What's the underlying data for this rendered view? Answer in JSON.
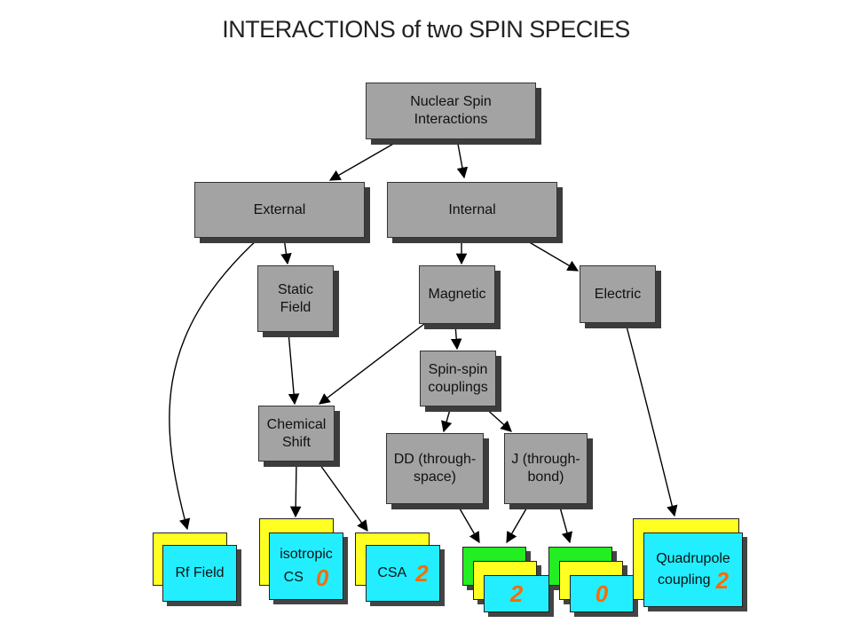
{
  "title": "INTERACTIONS of two SPIN SPECIES",
  "nodes": {
    "nuclear": "Nuclear Spin\nInteractions",
    "external": "External",
    "internal": "Internal",
    "static_field": "Static\nField",
    "magnetic": "Magnetic",
    "electric": "Electric",
    "spin_spin": "Spin-spin\ncouplings",
    "chemical_shift": "Chemical\nShift",
    "dd": "DD (through-\nspace)",
    "j": "J (through-\nbond)"
  },
  "cards": {
    "rf_field": "Rf Field",
    "isotropic_cs": {
      "line1": "isotropic",
      "line2": "CS",
      "rank": "0"
    },
    "csa": {
      "label": "CSA",
      "rank": "2"
    },
    "dd_rank": "2",
    "j_rank": "0",
    "quadrupole": {
      "line1": "Quadrupole",
      "line2": "coupling",
      "rank": "2"
    }
  },
  "colors": {
    "node_fill": "#a3a3a3",
    "card_back": "#ffff22",
    "card_mid": "#22ee22",
    "card_front": "#22eeff",
    "rank_text": "#ff6a00"
  }
}
